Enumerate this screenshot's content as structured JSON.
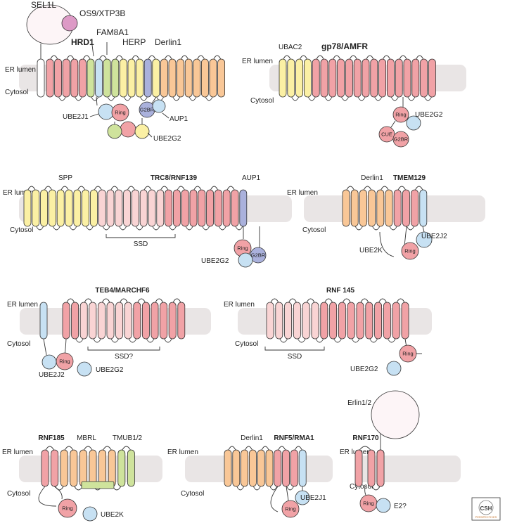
{
  "colors": {
    "membrane": "#e9e5e5",
    "red": "#f1a2a6",
    "pink": "#f9d4d4",
    "yellow": "#fbf0a4",
    "orange": "#f9c797",
    "green": "#cfe39c",
    "blue": "#c7e1f3",
    "purple": "#aab1dc",
    "white": "#ffffff",
    "sel1l": "#fdf5f7",
    "os9": "#dd9ac6",
    "stroke": "#333333"
  },
  "panels": {
    "hrd1": {
      "er_lumen": "ER lumen",
      "cytosol": "Cytosol",
      "sel1l": "SEL1L",
      "os9": "OS9/XTP3B",
      "hrd1": "HRD1",
      "fam8a1": "FAM8A1",
      "herp": "HERP",
      "derlin1": "Derlin1",
      "ube2j1": "UBE2J1",
      "ring": "Ring",
      "g2br": "G2BR",
      "aup1": "AUP1",
      "ube2g2": "UBE2G2"
    },
    "gp78": {
      "er_lumen": "ER lumen",
      "cytosol": "Cytosol",
      "ubac2": "UBAC2",
      "gp78": "gp78/AMFR",
      "ring": "Ring",
      "ube2g2": "UBE2G2",
      "cue": "CUE",
      "g2br": "G2BR"
    },
    "trc8": {
      "er_lumen": "ER lumen",
      "cytosol": "Cytosol",
      "spp": "SPP",
      "trc8": "TRC8/RNF139",
      "aup1": "AUP1",
      "ssd": "SSD",
      "ring": "Ring",
      "g2br": "G2BR",
      "ube2g2": "UBE2G2"
    },
    "tmem129": {
      "er_lumen": "ER lumen",
      "cytosol": "Cytosol",
      "derlin1": "Derlin1",
      "tmem129": "TMEM129",
      "ube2j2": "UBE2J2",
      "ube2k": "UBE2K",
      "ring": "Ring"
    },
    "teb4": {
      "er_lumen": "ER lumen",
      "cytosol": "Cytosol",
      "teb4": "TEB4/MARCHF6",
      "ssd": "SSD?",
      "ring": "Ring",
      "ube2j2": "UBE2J2",
      "ube2g2": "UBE2G2"
    },
    "rnf145": {
      "er_lumen": "ER lumen",
      "cytosol": "Cytosol",
      "rnf145": "RNF 145",
      "ssd": "SSD",
      "ring": "Ring",
      "ube2g2": "UBE2G2"
    },
    "rnf185": {
      "er_lumen": "ER lumen",
      "cytosol": "Cytosol",
      "rnf185": "RNF185",
      "mbrl": "MBRL",
      "tmub": "TMUB1/2",
      "ring": "Ring",
      "ube2k": "UBE2K"
    },
    "rnf5": {
      "er_lumen": "ER lumen",
      "cytosol": "Cytosol",
      "derlin1": "Derlin1",
      "rnf5": "RNF5/RMA1",
      "ube2j1": "UBE2J1",
      "ring": "Ring"
    },
    "rnf170": {
      "er_lumen": "ER lumen",
      "cytosol": "Cytosol",
      "erlin": "Erlin1/2",
      "rnf170": "RNF170",
      "ring": "Ring",
      "e2": "E2?"
    }
  },
  "logo": {
    "line1": "CSH",
    "line2": "PERSPECTIVES"
  }
}
